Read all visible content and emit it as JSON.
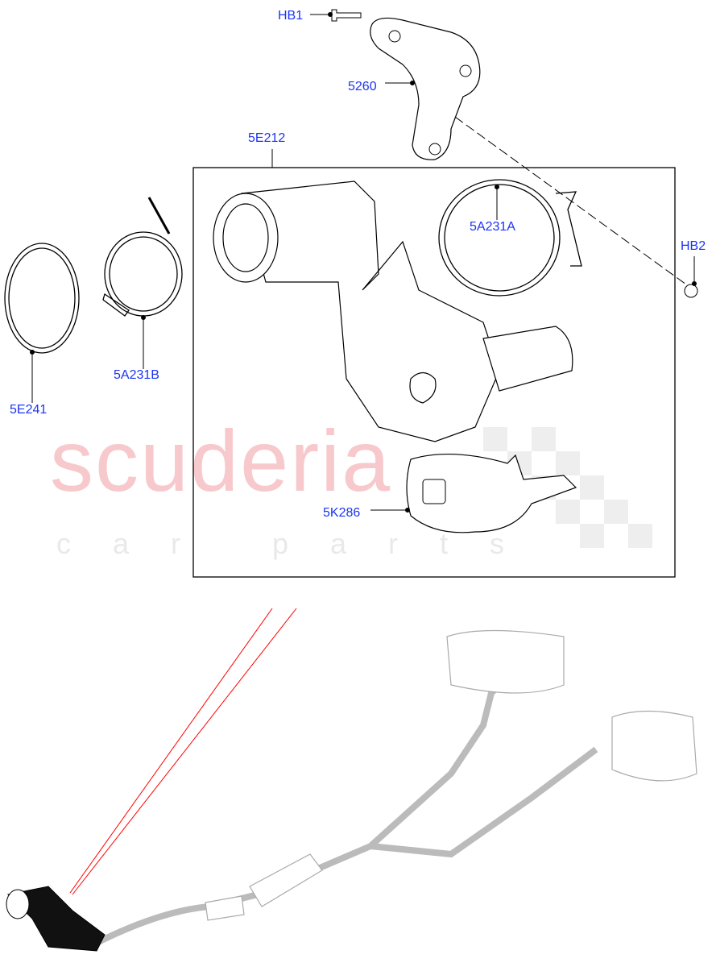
{
  "watermark": {
    "main": "scuderia",
    "sub": "car parts"
  },
  "colors": {
    "label": "#1b34f5",
    "leader": "#000000",
    "watermark": "#f7c9cc",
    "pointer_lines": "#ff0000"
  },
  "callouts": [
    {
      "id": "HB1",
      "label": "HB1"
    },
    {
      "id": "5260",
      "label": "5260"
    },
    {
      "id": "5E212",
      "label": "5E212"
    },
    {
      "id": "5A231A",
      "label": "5A231A"
    },
    {
      "id": "HB2",
      "label": "HB2"
    },
    {
      "id": "5A231B",
      "label": "5A231B"
    },
    {
      "id": "5E241",
      "label": "5E241"
    },
    {
      "id": "5K286",
      "label": "5K286"
    }
  ]
}
